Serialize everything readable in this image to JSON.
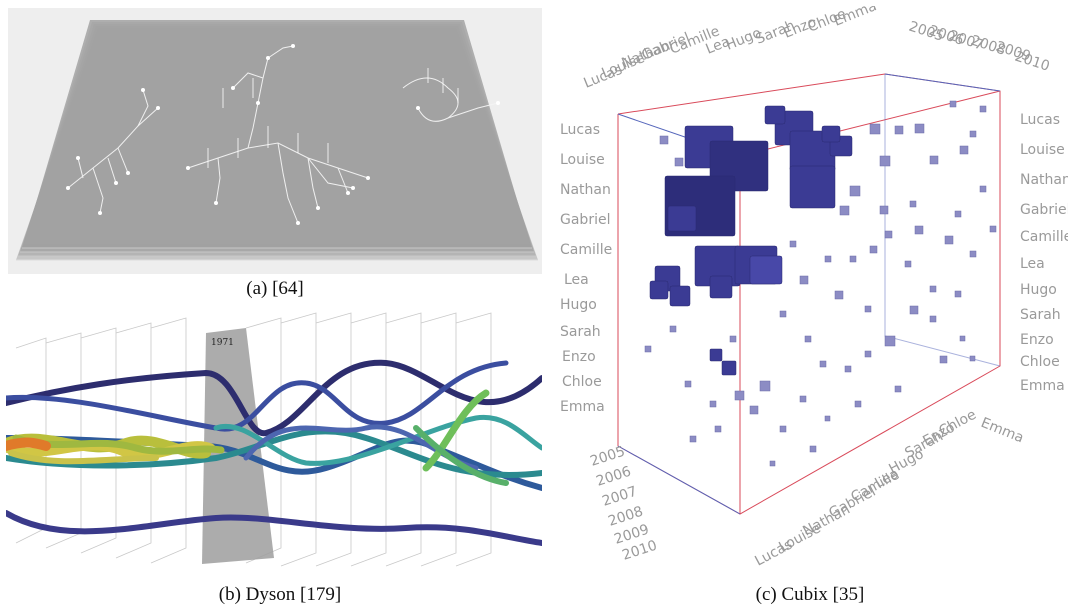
{
  "captions": {
    "a": "(a)  [64]",
    "b": "(b) Dyson [179]",
    "c": "(c) Cubix [35]"
  },
  "dyson": {
    "year_label": "1971"
  },
  "cubix": {
    "left_names": [
      "Lucas",
      "Louise",
      "Nathan",
      "Gabriel",
      "Camille",
      "Lea",
      "Hugo",
      "Sarah",
      "Enzo",
      "Chloe",
      "Emma"
    ],
    "right_names": [
      "Lucas",
      "Louise",
      "Nathan",
      "Gabriel",
      "Camille",
      "Lea",
      "Hugo",
      "Sarah",
      "Enzo",
      "Chloe",
      "Emma"
    ],
    "top_names": [
      "Lucas",
      "Louise",
      "Nathan",
      "Gabriel",
      "Camille",
      "Lea",
      "Hugo",
      "Sarah",
      "Enzo",
      "Chloe",
      "Emma"
    ],
    "top_years": [
      "2005",
      "2006",
      "2007",
      "2008",
      "2009",
      "2010"
    ],
    "bottom_years": [
      "2005",
      "2006",
      "2007",
      "2008",
      "2009",
      "2010"
    ],
    "bottom_names": [
      "Lucas",
      "Louise",
      "Nathan",
      "Gabriel",
      "Camille",
      "Lea",
      "Hugo",
      "Sarah",
      "Enzo",
      "Chloe",
      "Emma"
    ]
  },
  "colors": {
    "layer_gray": "#9c9c9c",
    "cube_blue": "#3b3b94",
    "cube_small": "#8c8cc4",
    "box_red": "#d94a5a",
    "box_blue": "#5566bb"
  }
}
